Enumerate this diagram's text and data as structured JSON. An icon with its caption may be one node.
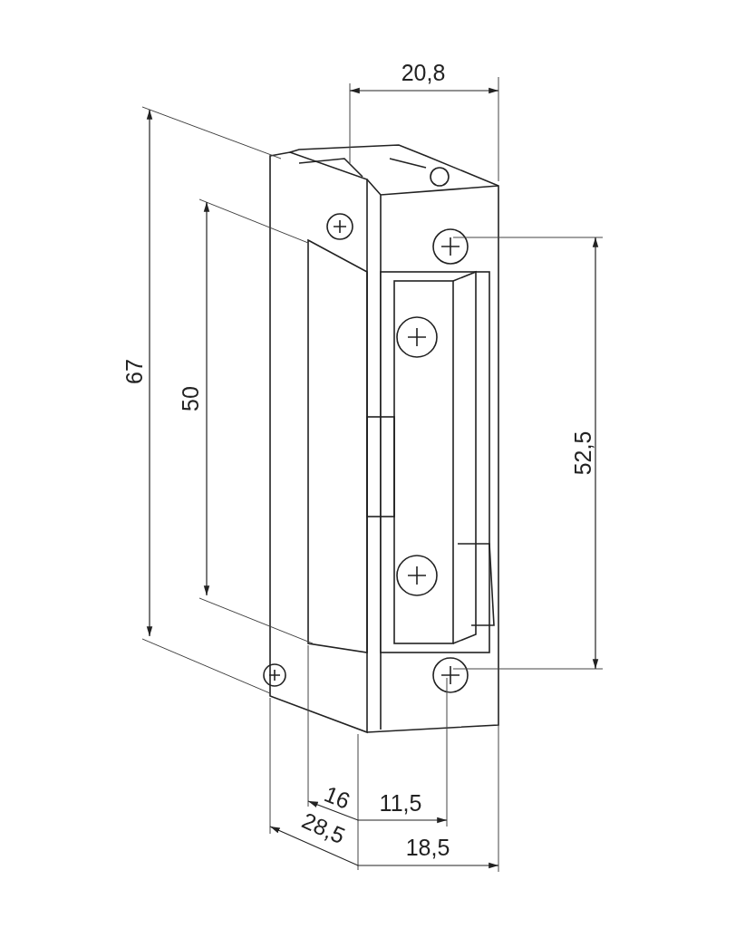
{
  "diagram": {
    "labels": [
      "20,8",
      "67",
      "50",
      "52,5",
      "16",
      "11,5",
      "28,5",
      "18,5"
    ]
  }
}
